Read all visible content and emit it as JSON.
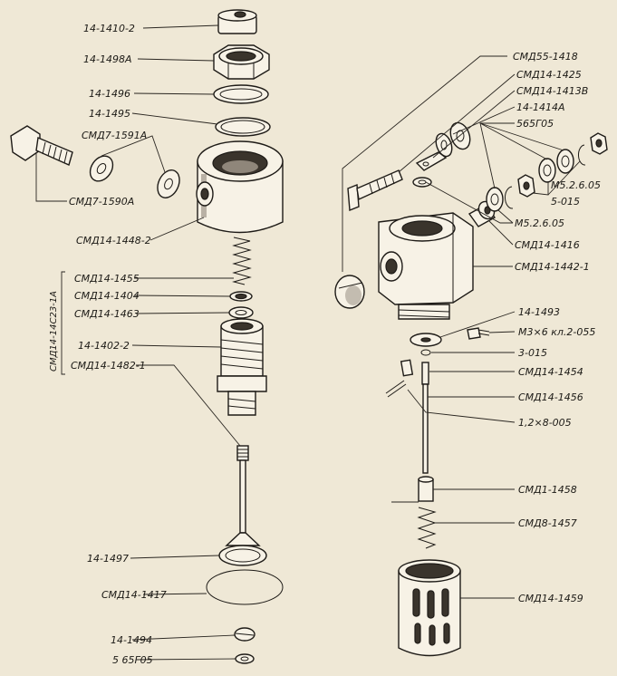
{
  "labels": {
    "l_14_1410_2": "14-1410-2",
    "l_14_1498a": "14-1498А",
    "l_14_1496": "14-1496",
    "l_14_1495": "14-1495",
    "l_smd7_1591a": "СМД7-1591А",
    "l_smd7_1590a": "СМД7-1590А",
    "l_smd14_1448_2": "СМД14-1448-2",
    "l_smd14_1455": "СМД14-1455",
    "l_smd14_1404": "СМД14-1404",
    "l_smd14_1463": "СМД14-1463",
    "l_14_1402_2": "14-1402-2",
    "l_smd14_1482_1": "СМД14-1482-1",
    "l_group": "СМД14-14С23-1А",
    "l_14_1497": "14-1497",
    "l_smd14_1417": "СМД14-1417",
    "l_14_1494": "14-1494",
    "l_565g05_left": "5 65Г05",
    "l_smd55_1418": "СМД55-1418",
    "l_smd14_1425": "СМД14-1425",
    "l_smd14_1413v": "СМД14-1413В",
    "l_14_1414a": "14-1414А",
    "l_565g05_right": "565Г05",
    "l_m5_top": "М5.2.6.05",
    "l_5_015": "5-015",
    "l_m5_bottom": "М5.2.6.05",
    "l_smd14_1416": "СМД14-1416",
    "l_smd14_1442_1": "СМД14-1442-1",
    "l_14_1493": "14-1493",
    "l_m3x6": "М3×6 кл.2-055",
    "l_3_015": "3-015",
    "l_smd14_1454": "СМД14-1454",
    "l_smd14_1456": "СМД14-1456",
    "l_12x8": "1,2×8-005",
    "l_smd1_1458": "СМД1-1458",
    "l_smd8_1457": "СМД8-1457",
    "l_smd14_1459": "СМД14-1459"
  }
}
